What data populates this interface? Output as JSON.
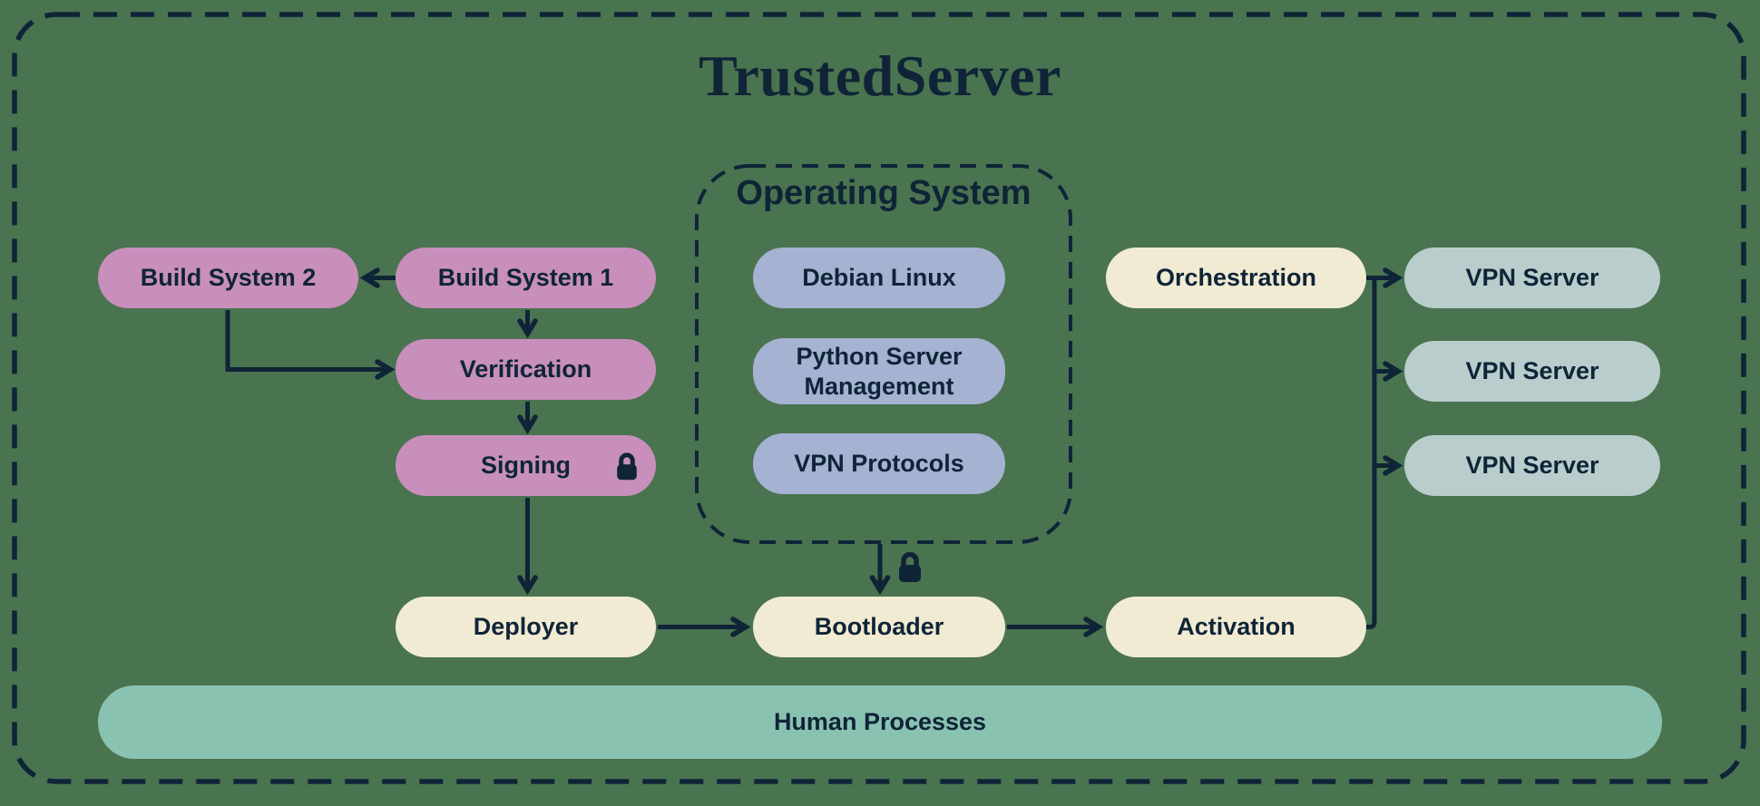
{
  "title": "TrustedServer",
  "os_group_label": "Operating System",
  "nodes": {
    "build_system_2": "Build System 2",
    "build_system_1": "Build System 1",
    "verification": "Verification",
    "signing": "Signing",
    "deployer": "Deployer",
    "debian_linux": "Debian Linux",
    "python_server_management": "Python Server Management",
    "vpn_protocols": "VPN Protocols",
    "bootloader": "Bootloader",
    "orchestration": "Orchestration",
    "activation": "Activation",
    "vpn_server_1": "VPN Server",
    "vpn_server_2": "VPN Server",
    "vpn_server_3": "VPN Server"
  },
  "human_processes": "Human Processes",
  "icons": {
    "signing_lock": "lock-icon",
    "bootloader_lock": "lock-icon"
  },
  "edges": [
    {
      "from": "build_system_1",
      "to": "build_system_2"
    },
    {
      "from": "build_system_1",
      "to": "verification"
    },
    {
      "from": "build_system_2",
      "to": "verification"
    },
    {
      "from": "verification",
      "to": "signing"
    },
    {
      "from": "signing",
      "to": "deployer"
    },
    {
      "from": "operating_system",
      "to": "bootloader",
      "locked": true
    },
    {
      "from": "deployer",
      "to": "bootloader"
    },
    {
      "from": "bootloader",
      "to": "activation"
    },
    {
      "from": "activation",
      "to": "orchestration_bus"
    },
    {
      "from": "orchestration",
      "to": "vpn_server_1"
    },
    {
      "from": "orchestration",
      "to": "vpn_server_2"
    },
    {
      "from": "orchestration",
      "to": "vpn_server_3"
    }
  ],
  "colors": {
    "bg": "#4A7350",
    "ink": "#0F2437",
    "pink": "#C88FBC",
    "periwinkle": "#A5B2D2",
    "cream": "#F1EBD3",
    "teal_box": "#B9CECC",
    "teal_bar": "#8AC2B1"
  }
}
